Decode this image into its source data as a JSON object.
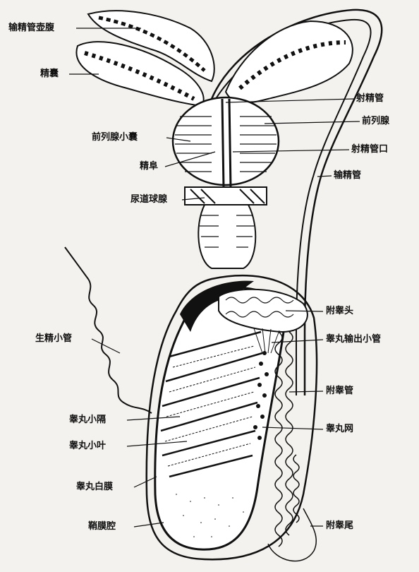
{
  "labels": {
    "ampulla": "输精管壶腹",
    "seminal_vesicle": "精囊",
    "prostatic_utricle": "前列腺小囊",
    "seminal_colliculus": "精阜",
    "bulbourethral_gland": "尿道球腺",
    "ejaculatory_duct": "射精管",
    "prostate": "前列腺",
    "ejaculatory_duct_orifice": "射精管口",
    "vas_deferens": "输精管",
    "seminiferous_tubule": "生精小管",
    "testicular_septum": "睾丸小隔",
    "testicular_lobule": "睾丸小叶",
    "tunica_albuginea": "睾丸白膜",
    "tunica_vaginalis_cavity": "鞘膜腔",
    "epididymis_head": "附睾头",
    "efferent_ductules": "睾丸输出小管",
    "epididymal_duct": "附睾管",
    "rete_testis": "睾丸网",
    "epididymis_tail": "附睾尾"
  },
  "colors": {
    "ink": "#111111",
    "paper": "#f4f2ee"
  }
}
